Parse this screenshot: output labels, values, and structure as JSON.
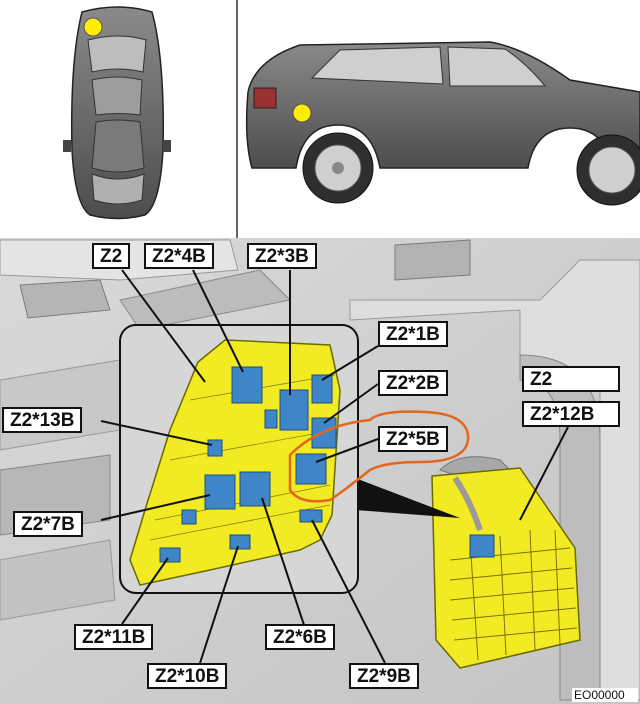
{
  "labels": {
    "z2": "Z2",
    "z2_4b": "Z2*4B",
    "z2_3b": "Z2*3B",
    "z2_1b": "Z2*1B",
    "z2_2b": "Z2*2B",
    "z2_5b": "Z2*5B",
    "z2_13b": "Z2*13B",
    "z2_7b": "Z2*7B",
    "z2_11b": "Z2*11B",
    "z2_10b": "Z2*10B",
    "z2_6b": "Z2*6B",
    "z2_9b": "Z2*9B",
    "z2_right": "Z2",
    "z2_12b": "Z2*12B"
  },
  "image_code": "EO00000",
  "colors": {
    "highlight_yellow": "#f2ea22",
    "connector_blue": "#3f86c8",
    "marker_orange": "#e2661b",
    "location_dot": "#ffee00"
  }
}
